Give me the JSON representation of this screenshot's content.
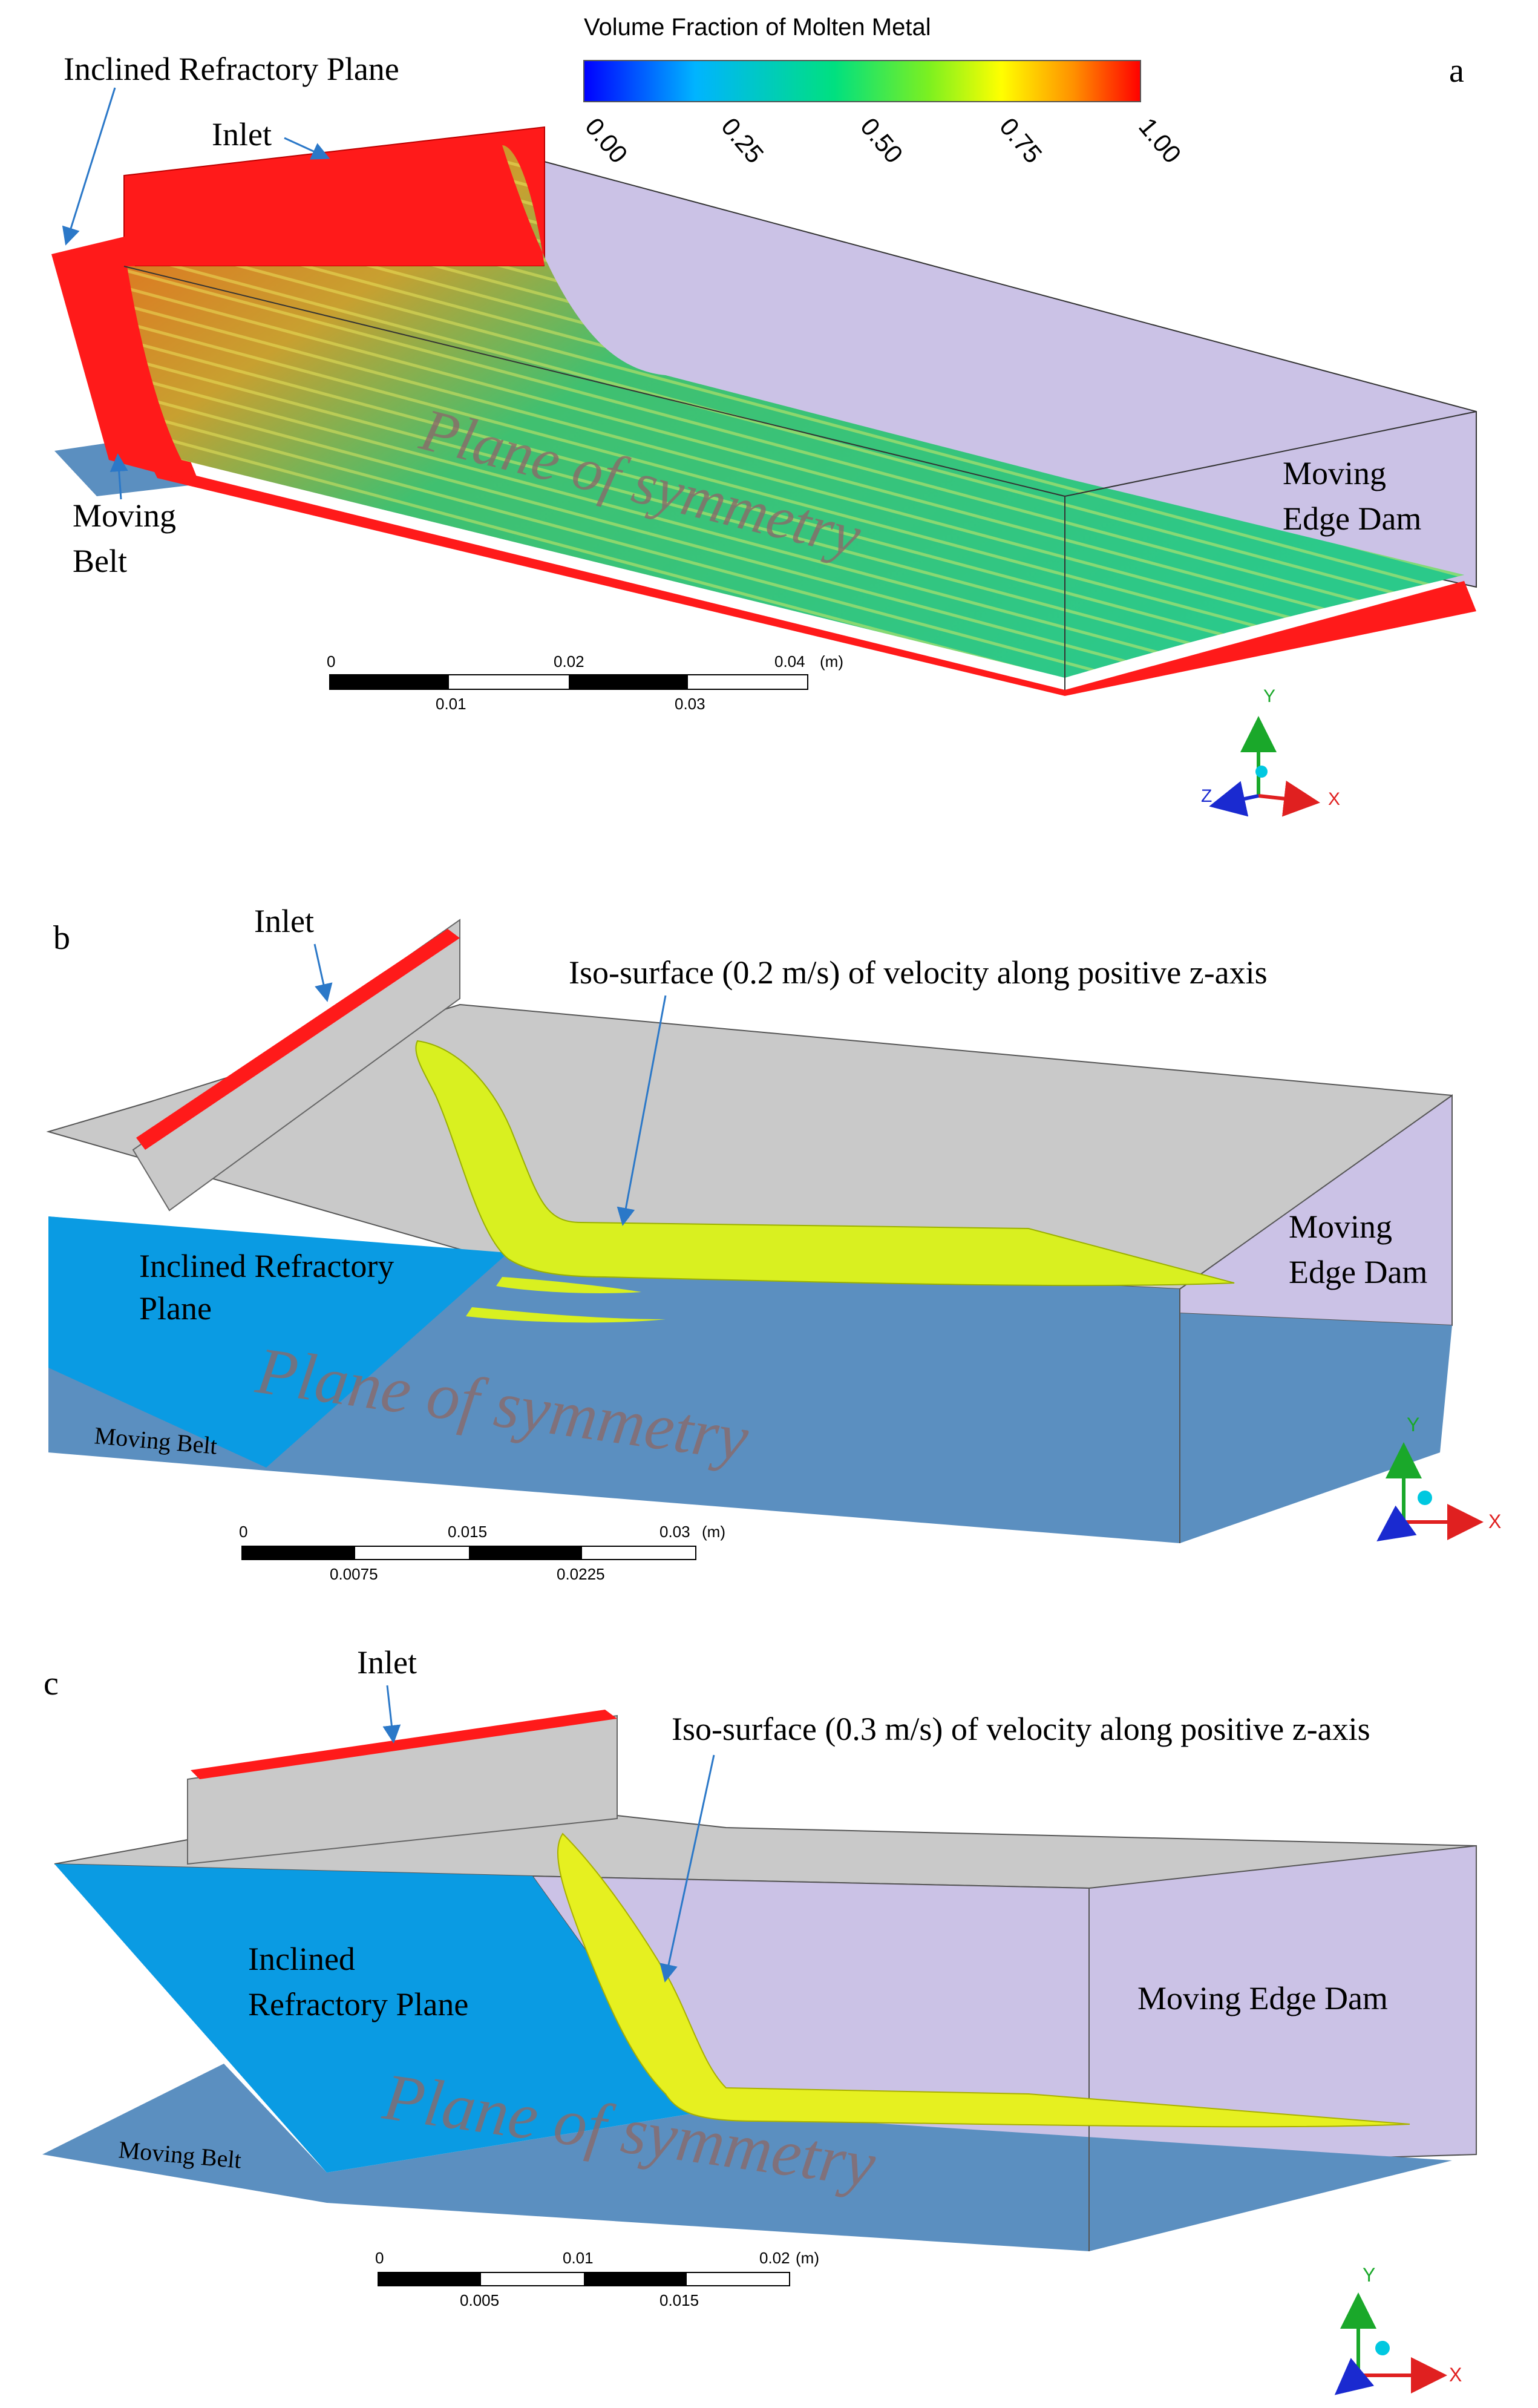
{
  "panel_a": {
    "letter": "a",
    "colorbar": {
      "title": "Volume Fraction of Molten Metal",
      "ticks": [
        "0.00",
        "0.25",
        "0.50",
        "0.75",
        "1.00"
      ]
    },
    "labels": {
      "inclined_plane": "Inclined Refractory Plane",
      "inlet": "Inlet",
      "moving_belt_line1": "Moving",
      "moving_belt_line2": "Belt",
      "edge_dam_line1": "Moving",
      "edge_dam_line2": "Edge Dam",
      "symmetry": "Plane of symmetry"
    },
    "scale": {
      "top_ticks": [
        "0",
        "0.02",
        "0.04"
      ],
      "unit": "(m)",
      "bottom_ticks": [
        "0.01",
        "0.03"
      ]
    },
    "axes": {
      "x": "X",
      "y": "Y",
      "z": "Z"
    }
  },
  "panel_b": {
    "letter": "b",
    "labels": {
      "inlet": "Inlet",
      "iso_surface": "Iso-surface (0.2 m/s) of velocity along positive z-axis",
      "inclined_plane_line1": "Inclined Refractory",
      "inclined_plane_line2": "Plane",
      "edge_dam_line1": "Moving",
      "edge_dam_line2": "Edge Dam",
      "symmetry": "Plane of symmetry",
      "moving_belt": "Moving Belt"
    },
    "scale": {
      "top_ticks": [
        "0",
        "0.015",
        "0.03"
      ],
      "unit": "(m)",
      "bottom_ticks": [
        "0.0075",
        "0.0225"
      ]
    },
    "axes": {
      "x": "X",
      "y": "Y"
    }
  },
  "panel_c": {
    "letter": "c",
    "labels": {
      "inlet": "Inlet",
      "iso_surface": "Iso-surface (0.3 m/s) of velocity along positive z-axis",
      "inclined_plane_line1": "Inclined",
      "inclined_plane_line2": "Refractory Plane",
      "edge_dam": "Moving Edge Dam",
      "symmetry": "Plane of symmetry",
      "moving_belt": "Moving Belt"
    },
    "scale": {
      "top_ticks": [
        "0",
        "0.01",
        "0.02"
      ],
      "unit": "(m)",
      "bottom_ticks": [
        "0.005",
        "0.015"
      ]
    },
    "axes": {
      "x": "X",
      "y": "Y"
    }
  },
  "colors": {
    "red": "#ff1a1a",
    "lavender": "#cbc2e6",
    "belt_blue": "#5b8fc0",
    "plane_blue": "#0a9be3",
    "grey": "#c9c9c9",
    "iso_yellow": "#d9f020",
    "symmetry_text": "#8a6a6a",
    "arrow_blue": "#2b78c8"
  }
}
